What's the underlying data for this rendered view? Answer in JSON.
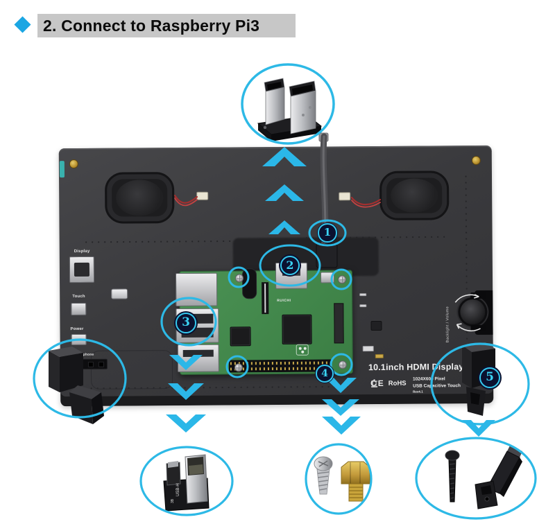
{
  "title": {
    "bullet_icon": "diamond-bullet",
    "text": "2. Connect to Raspberry Pi3"
  },
  "colors": {
    "accent_cyan": "#2bb7e8",
    "badge_background": "#0b1130",
    "badge_number": "#3bd2f4",
    "title_highlight": "#c7c7c7",
    "board_black": "#3a3a3d",
    "pi_green": "#41874a"
  },
  "display_board": {
    "model": "10.1inch HDMI Display-H",
    "resolution": "1024X600 Pixel",
    "touch": "USB Capacitive Touch",
    "revision": "Rev4.1",
    "cert_ce": "CE",
    "cert_rohs": "RoHS",
    "port_labels": {
      "display": "Display",
      "touch": "Touch",
      "power": "Power",
      "earphone": "Earphone"
    },
    "dial_label": "Backlight / Volume"
  },
  "raspberry_pi": {
    "silkscreen": "RUICHI"
  },
  "usb_adapter_label": {
    "line1": "USB-H",
    "line2": "3B"
  },
  "callouts": [
    {
      "number": "1"
    },
    {
      "number": "2"
    },
    {
      "number": "3"
    },
    {
      "number": "4"
    },
    {
      "number": "5"
    }
  ]
}
